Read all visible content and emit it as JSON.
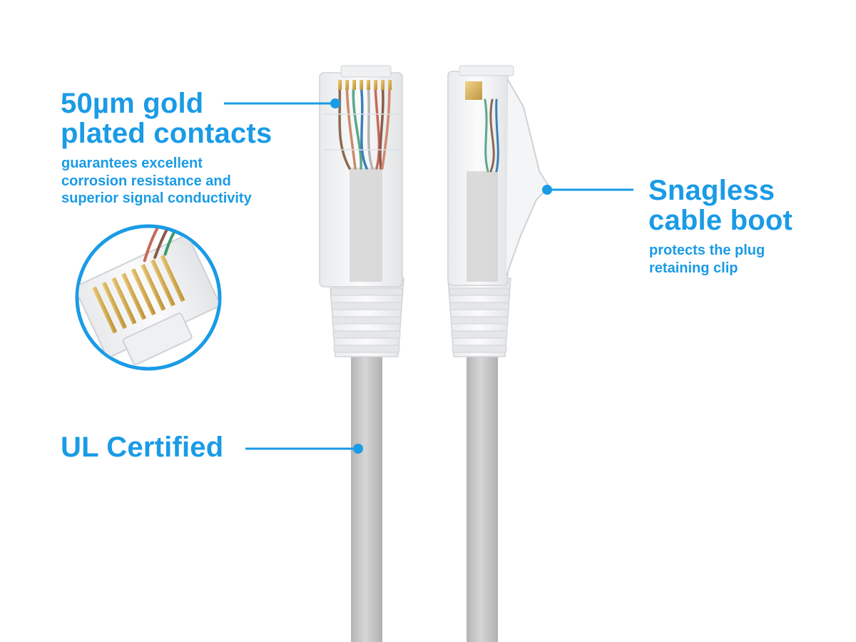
{
  "callouts": {
    "gold_contacts": {
      "heading_line1": "50µm gold",
      "heading_line2": "plated contacts",
      "desc_line1": "guarantees excellent",
      "desc_line2": "corrosion resistance and",
      "desc_line3": "superior signal conductivity"
    },
    "snagless_boot": {
      "heading_line1": "Snagless",
      "heading_line2": "cable boot",
      "desc_line1": "protects the plug",
      "desc_line2": "retaining clip"
    },
    "ul_certified": {
      "heading": "UL Certified"
    }
  },
  "colors": {
    "accent": "#1a9be6",
    "cable_gray": "#c9c9c9",
    "background": "#ffffff"
  },
  "icons": {
    "callout_marker": "filled-dot",
    "zoom_inset": "circle-magnifier"
  }
}
